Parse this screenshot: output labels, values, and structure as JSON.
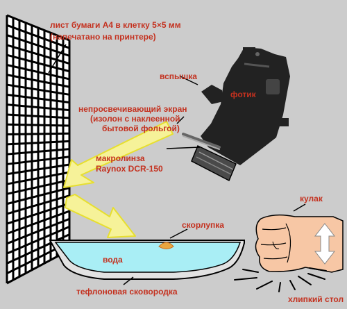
{
  "labels": {
    "paper": "лист бумаги А4 в клетку 5×5 мм",
    "paper_note": "(напечатано на принтере)",
    "flash": "вспышка",
    "camera": "фотик",
    "screen_1": "непросвечивающий экран",
    "screen_2": "(изолон с наклеенной",
    "screen_3": "бытовой фольгой)",
    "macro_1": "макролинза",
    "macro_2": "Raynox DCR-150",
    "shell": "скорлупка",
    "water": "вода",
    "pan": "тефлоновая сковородка",
    "fist": "кулак",
    "table": "хлипкий стол"
  },
  "colors": {
    "background": "#cccccc",
    "label_text": "#c4311f",
    "grid": "#000000",
    "light_arrow_fill": "#f6f299",
    "water": "#a9eef5",
    "camera_body": "#222222",
    "fist_skin": "#f7c7a5",
    "motion_arrow": "#ffffff"
  }
}
